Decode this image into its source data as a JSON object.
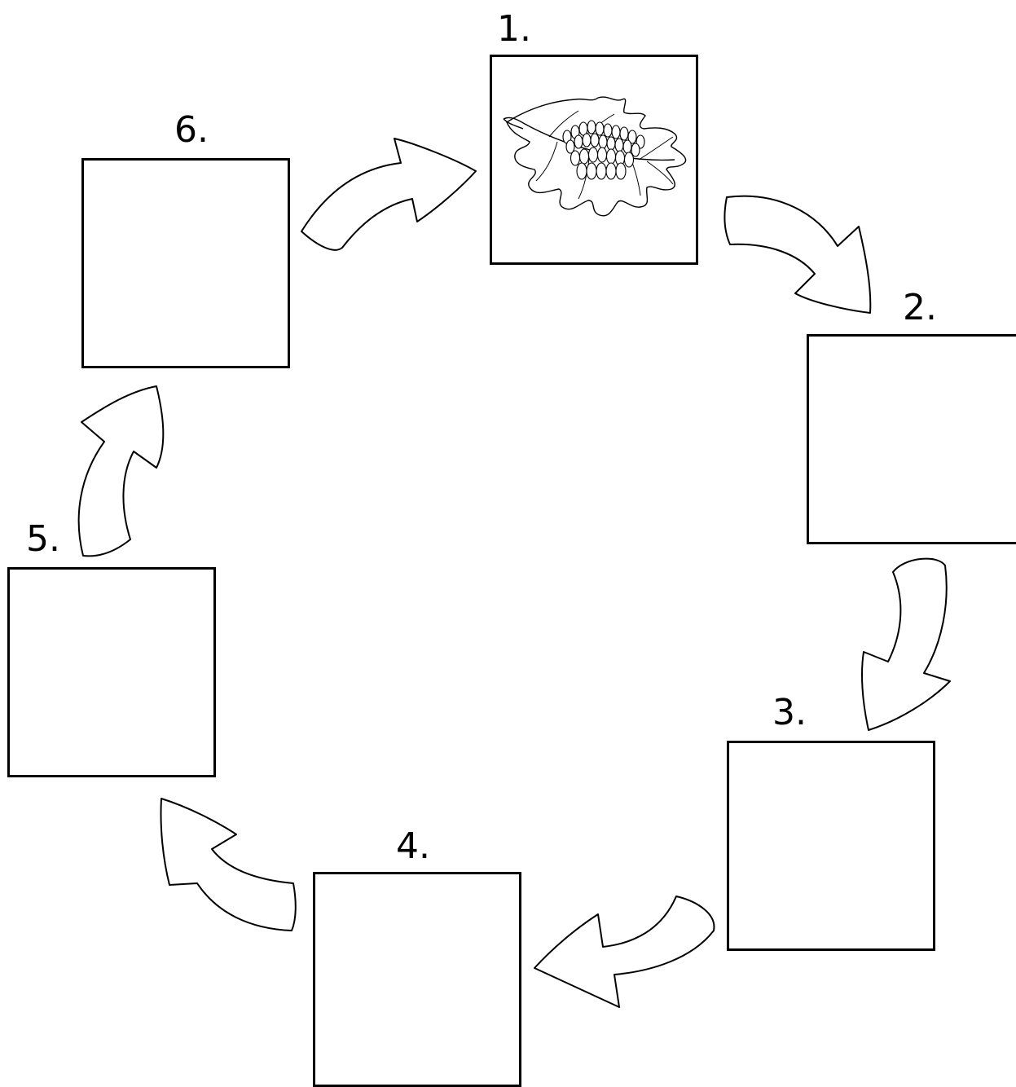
{
  "stages": [
    {
      "number": "1.",
      "content": "eggs-on-leaf-icon"
    },
    {
      "number": "2.",
      "content": ""
    },
    {
      "number": "3.",
      "content": ""
    },
    {
      "number": "4.",
      "content": ""
    },
    {
      "number": "5.",
      "content": ""
    },
    {
      "number": "6.",
      "content": ""
    }
  ],
  "colors": {
    "line": "#000000",
    "background": "#ffffff"
  }
}
